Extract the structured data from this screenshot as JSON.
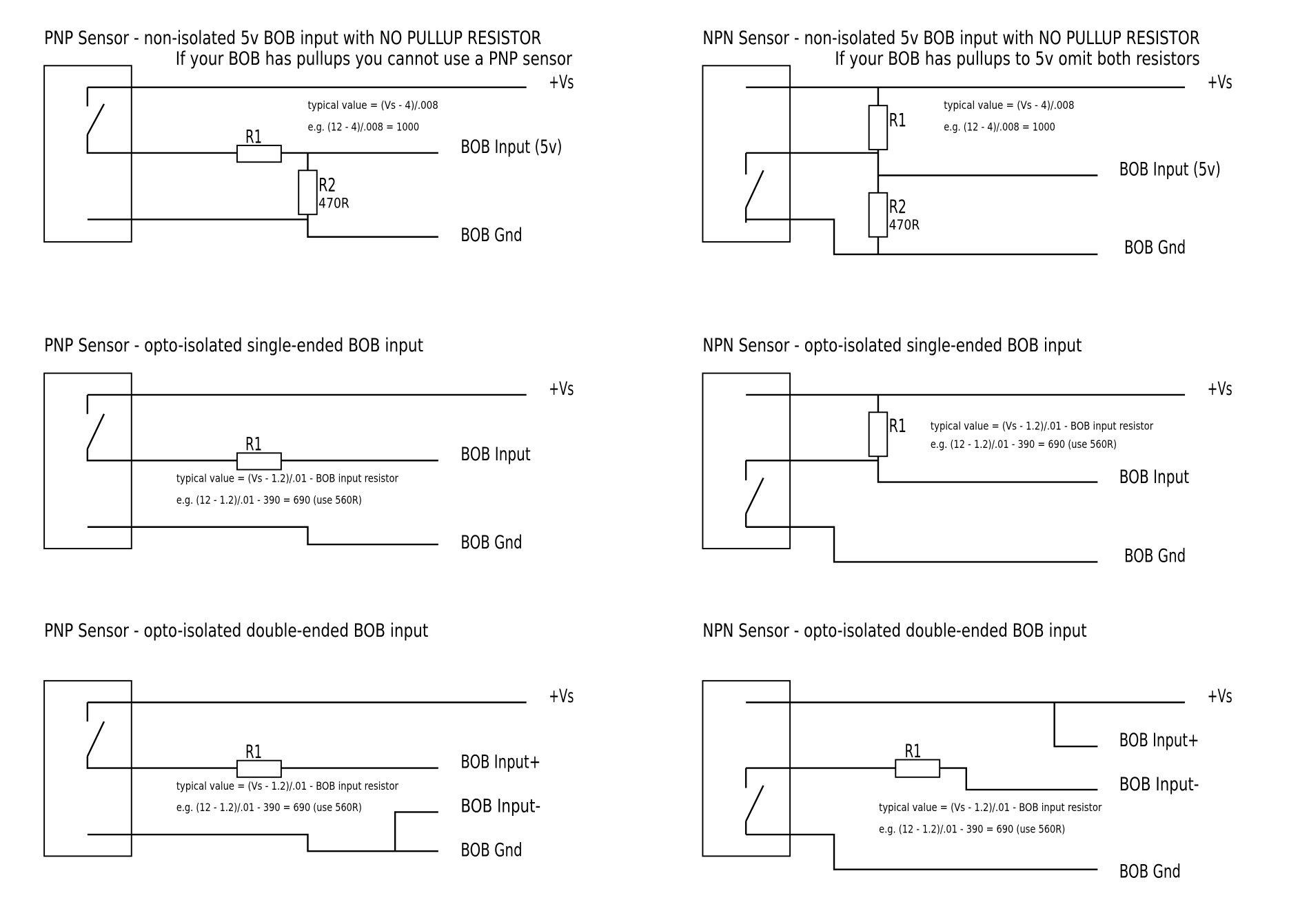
{
  "panels": [
    {
      "title": "PNP Sensor - non-isolated 5v BOB input with NO PULLUP RESISTOR",
      "subtitle": "If your BOB has pullups you cannot use a PNP sensor",
      "vs": "+Vs",
      "input": "BOB Input (5v)",
      "gnd": "BOB Gnd",
      "r1": "R1",
      "r2": "R2",
      "r2_value": "470R",
      "note1": "typical value = (Vs - 4)/.008",
      "note2": "e.g. (12 - 4)/.008 = 1000"
    },
    {
      "title": "NPN Sensor - non-isolated 5v BOB input with NO PULLUP RESISTOR",
      "subtitle": "If your BOB has pullups to 5v omit both resistors",
      "vs": "+Vs",
      "input": "BOB Input (5v)",
      "gnd": "BOB Gnd",
      "r1": "R1",
      "r2": "R2",
      "r2_value": "470R",
      "note1": "typical value = (Vs - 4)/.008",
      "note2": "e.g. (12 - 4)/.008 = 1000"
    },
    {
      "title": "PNP Sensor - opto-isolated single-ended BOB input",
      "vs": "+Vs",
      "input": "BOB Input",
      "gnd": "BOB Gnd",
      "r1": "R1",
      "note1": "typical value = (Vs - 1.2)/.01 - BOB input resistor",
      "note2": "e.g. (12 - 1.2)/.01 - 390 = 690 (use 560R)"
    },
    {
      "title": "NPN Sensor - opto-isolated single-ended BOB input",
      "vs": "+Vs",
      "input": "BOB Input",
      "gnd": "BOB Gnd",
      "r1": "R1",
      "note1": "typical value = (Vs - 1.2)/.01 - BOB input resistor",
      "note2": "e.g. (12 - 1.2)/.01 - 390 = 690 (use 560R)"
    },
    {
      "title": "PNP Sensor - opto-isolated double-ended BOB input",
      "vs": "+Vs",
      "input_plus": "BOB Input+",
      "input_minus": "BOB Input-",
      "gnd": "BOB Gnd",
      "r1": "R1",
      "note1": "typical value = (Vs - 1.2)/.01 - BOB input resistor",
      "note2": "e.g. (12 - 1.2)/.01 - 390 = 690 (use 560R)"
    },
    {
      "title": "NPN Sensor - opto-isolated double-ended BOB input",
      "vs": "+Vs",
      "input_plus": "BOB Input+",
      "input_minus": "BOB Input-",
      "gnd": "BOB Gnd",
      "r1": "R1",
      "note1": "typical value = (Vs - 1.2)/.01 - BOB input resistor",
      "note2": "e.g. (12 - 1.2)/.01 - 390 = 690 (use 560R)"
    }
  ]
}
